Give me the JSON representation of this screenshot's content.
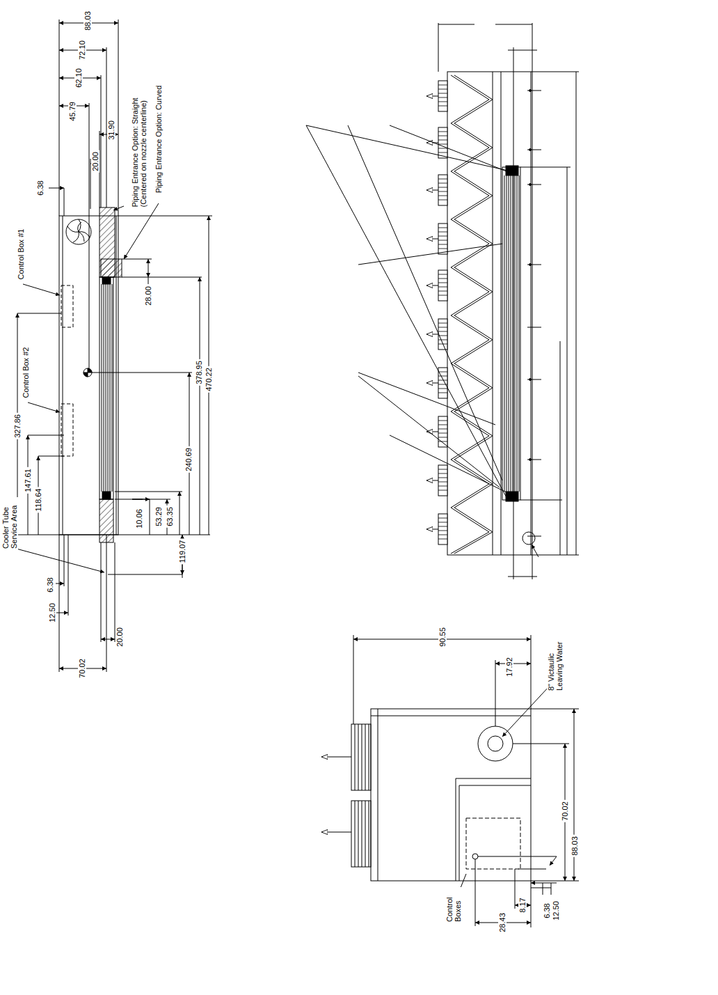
{
  "diagram": {
    "labels": [
      "88.03",
      "72.10",
      "62.10",
      "45.79",
      "31.90",
      "20.00",
      "Piping Entrance Option: Straight (Centered on nozzle centerline)",
      "Piping Entrance Option: Curved",
      "6.38",
      "Control Box #1",
      "Control Box #2",
      "28.00",
      "327.86",
      "147.61",
      "118.64",
      "Cooler Tube Service Area",
      "378.95",
      "470.22",
      "240.69",
      "10.06",
      "53.29",
      "63.35",
      "119.07",
      "6.38",
      "12.50",
      "20.00",
      "70.02",
      "90.55",
      "17.92",
      "8\" Victaulic Leaving Water",
      "70.02",
      "88.03",
      "Control Boxes",
      "28.43",
      "8.17",
      "6.38",
      "12.50"
    ]
  }
}
